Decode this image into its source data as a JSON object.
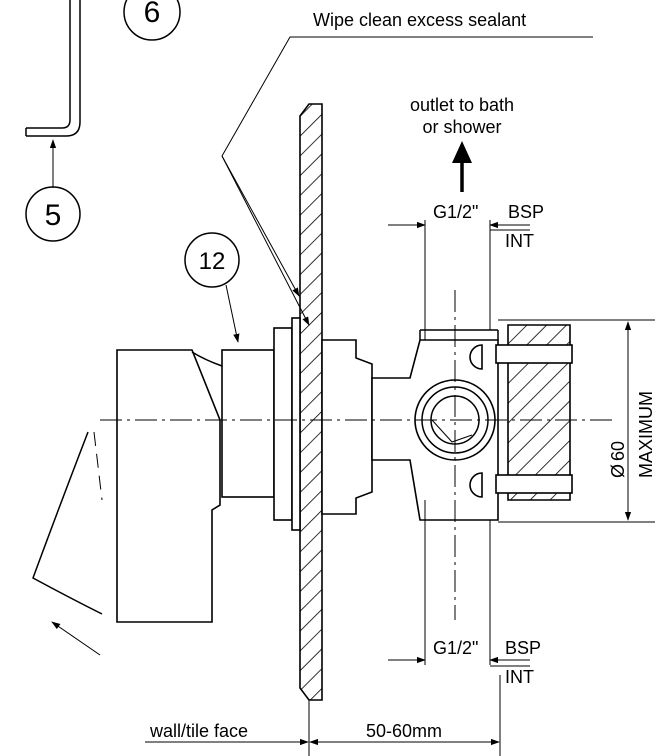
{
  "labels": {
    "wipe_note": "Wipe clean excess sealant",
    "outlet_line1": "outlet to bath",
    "outlet_line2": "or shower",
    "thread_top": "G1/2\"",
    "bsp_top": "BSP",
    "int_top": "INT",
    "thread_bottom": "G1/2\"",
    "bsp_bottom": "BSP",
    "int_bottom": "INT",
    "diameter_symbol": "Ø",
    "diameter_value": "60",
    "maximum": "MAXIMUM",
    "wall_face": "wall/tile face",
    "depth": "50-60mm"
  },
  "callouts": {
    "c5": "5",
    "c6": "6",
    "c12": "12"
  }
}
